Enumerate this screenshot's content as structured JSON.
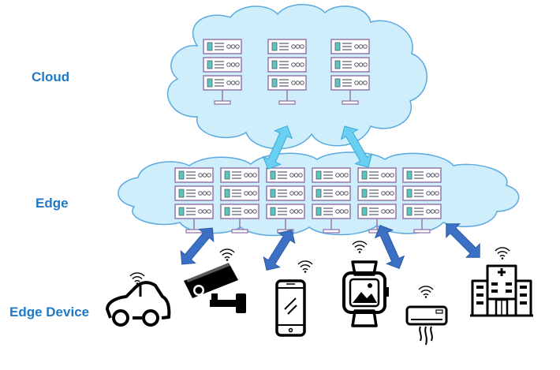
{
  "labels": {
    "cloud": "Cloud",
    "edge": "Edge",
    "edge_device": "Edge Device"
  },
  "colors": {
    "cloud_fill": "#cdeefa",
    "cloud_stroke": "#5aa9e0",
    "server_fill": "#ffffff",
    "server_stroke": "#9b7fb0",
    "server_detail": "#57c7c0",
    "server_dark": "#5b5b6b",
    "cloud_arrow": "#6ad0f2",
    "device_arrow": "#3c70c4",
    "device_ink": "#000000"
  },
  "icons": {
    "server": "server-rack-icon",
    "wifi": "wifi-icon",
    "car": "car-icon",
    "camera": "security-camera-icon",
    "phone": "smartphone-icon",
    "watch": "smartwatch-icon",
    "ac": "air-conditioner-icon",
    "hospital": "hospital-icon"
  }
}
